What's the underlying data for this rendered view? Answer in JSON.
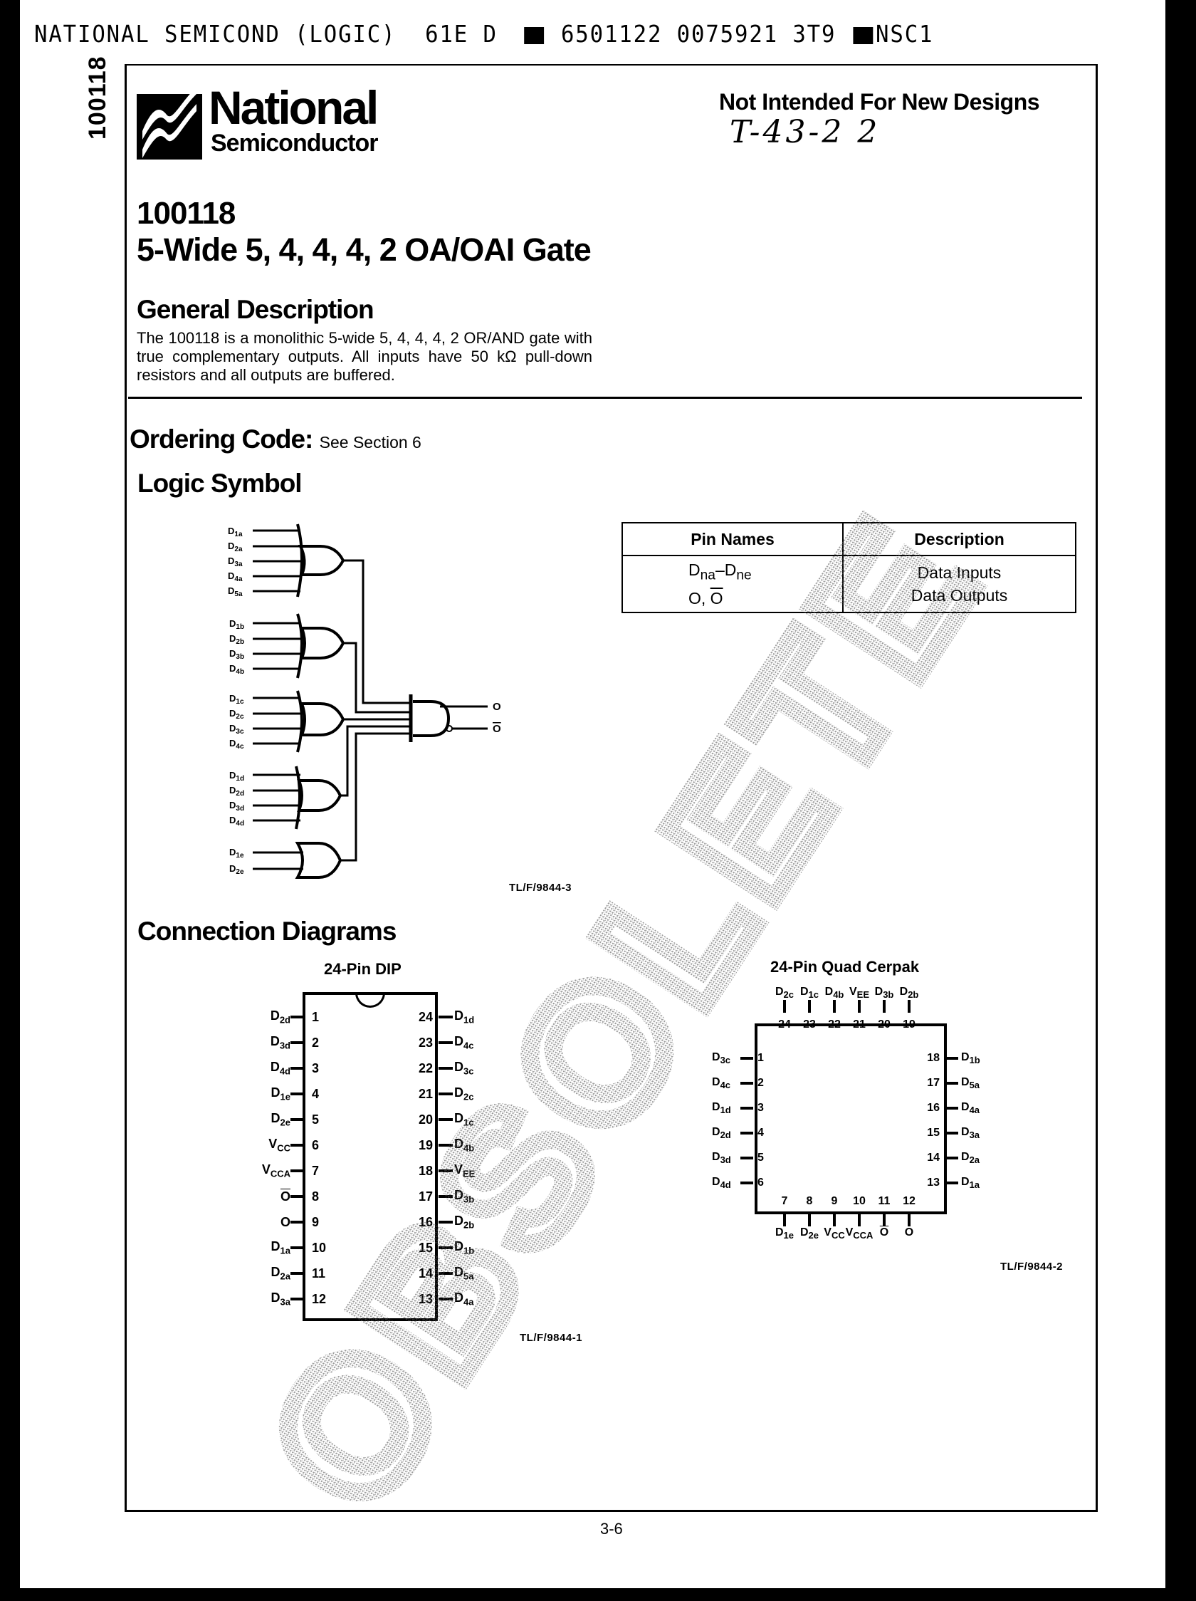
{
  "scan_header": {
    "text_left": "NATIONAL SEMICOND (LOGIC)  61E D",
    "text_mid": "6501122 0075921 3T9",
    "text_right": "NSC1"
  },
  "side_label": "100118",
  "logo": {
    "line1": "National",
    "line2": "Semiconductor"
  },
  "status_note": "Not Intended For New Designs",
  "handwritten_code": "T-43-2 2",
  "watermark": "OBSOLETE",
  "title": {
    "part_number": "100118",
    "description": "5-Wide 5, 4, 4, 4, 2 OA/OAI Gate"
  },
  "general_description": {
    "heading": "General Description",
    "body": "The 100118 is a monolithic 5-wide 5, 4, 4, 4, 2 OR/AND gate with true complementary outputs. All inputs have 50 kΩ pull-down resistors and all outputs are buffered."
  },
  "ordering_code": {
    "heading": "Ordering Code:",
    "note": "See Section 6"
  },
  "logic_symbol": {
    "heading": "Logic Symbol",
    "groups": [
      {
        "inputs": [
          "D1a",
          "D2a",
          "D3a",
          "D4a",
          "D5a"
        ]
      },
      {
        "inputs": [
          "D1b",
          "D2b",
          "D3b",
          "D4b"
        ]
      },
      {
        "inputs": [
          "D1c",
          "D2c",
          "D3c",
          "D4c"
        ]
      },
      {
        "inputs": [
          "D1d",
          "D2d",
          "D3d",
          "D4d"
        ]
      },
      {
        "inputs": [
          "D1e",
          "D2e"
        ]
      }
    ],
    "outputs": [
      "O",
      "Ō"
    ],
    "figure_ref": "TL/F/9844-3"
  },
  "pin_table": {
    "headers": [
      "Pin Names",
      "Description"
    ],
    "rows": [
      {
        "pin": "Dna–Dne",
        "pin_base": "D",
        "pin_sub1": "na",
        "pin_sub2": "ne",
        "description": "Data Inputs"
      },
      {
        "pin": "O, Ō",
        "pin_a": "O",
        "pin_b": "O",
        "description": "Data Outputs"
      }
    ]
  },
  "connection_diagrams": {
    "heading": "Connection Diagrams",
    "dip": {
      "title": "24-Pin DIP",
      "left_pins": [
        {
          "num": "1",
          "name": "D",
          "sub": "2d"
        },
        {
          "num": "2",
          "name": "D",
          "sub": "3d"
        },
        {
          "num": "3",
          "name": "D",
          "sub": "4d"
        },
        {
          "num": "4",
          "name": "D",
          "sub": "1e"
        },
        {
          "num": "5",
          "name": "D",
          "sub": "2e"
        },
        {
          "num": "6",
          "name": "V",
          "sub": "CC"
        },
        {
          "num": "7",
          "name": "V",
          "sub": "CCA"
        },
        {
          "num": "8",
          "name": "Ō",
          "sub": ""
        },
        {
          "num": "9",
          "name": "O",
          "sub": ""
        },
        {
          "num": "10",
          "name": "D",
          "sub": "1a"
        },
        {
          "num": "11",
          "name": "D",
          "sub": "2a"
        },
        {
          "num": "12",
          "name": "D",
          "sub": "3a"
        }
      ],
      "right_pins": [
        {
          "num": "24",
          "name": "D",
          "sub": "1d"
        },
        {
          "num": "23",
          "name": "D",
          "sub": "4c"
        },
        {
          "num": "22",
          "name": "D",
          "sub": "3c"
        },
        {
          "num": "21",
          "name": "D",
          "sub": "2c"
        },
        {
          "num": "20",
          "name": "D",
          "sub": "1c"
        },
        {
          "num": "19",
          "name": "D",
          "sub": "4b"
        },
        {
          "num": "18",
          "name": "V",
          "sub": "EE"
        },
        {
          "num": "17",
          "name": "D",
          "sub": "3b"
        },
        {
          "num": "16",
          "name": "D",
          "sub": "2b"
        },
        {
          "num": "15",
          "name": "D",
          "sub": "1b"
        },
        {
          "num": "14",
          "name": "D",
          "sub": "5a"
        },
        {
          "num": "13",
          "name": "D",
          "sub": "4a"
        }
      ],
      "figure_ref": "TL/F/9844-1"
    },
    "cerpak": {
      "title": "24-Pin Quad Cerpak",
      "top_pins": [
        {
          "num": "24",
          "name": "D",
          "sub": "2c"
        },
        {
          "num": "23",
          "name": "D",
          "sub": "1c"
        },
        {
          "num": "22",
          "name": "D",
          "sub": "4b"
        },
        {
          "num": "21",
          "name": "V",
          "sub": "EE"
        },
        {
          "num": "20",
          "name": "D",
          "sub": "3b"
        },
        {
          "num": "19",
          "name": "D",
          "sub": "2b"
        }
      ],
      "left_pins": [
        {
          "num": "1",
          "name": "D",
          "sub": "3c"
        },
        {
          "num": "2",
          "name": "D",
          "sub": "4c"
        },
        {
          "num": "3",
          "name": "D",
          "sub": "1d"
        },
        {
          "num": "4",
          "name": "D",
          "sub": "2d"
        },
        {
          "num": "5",
          "name": "D",
          "sub": "3d"
        },
        {
          "num": "6",
          "name": "D",
          "sub": "4d"
        }
      ],
      "right_pins": [
        {
          "num": "18",
          "name": "D",
          "sub": "1b"
        },
        {
          "num": "17",
          "name": "D",
          "sub": "5a"
        },
        {
          "num": "16",
          "name": "D",
          "sub": "4a"
        },
        {
          "num": "15",
          "name": "D",
          "sub": "3a"
        },
        {
          "num": "14",
          "name": "D",
          "sub": "2a"
        },
        {
          "num": "13",
          "name": "D",
          "sub": "1a"
        }
      ],
      "bottom_pins": [
        {
          "num": "7",
          "name": "D",
          "sub": "1e"
        },
        {
          "num": "8",
          "name": "D",
          "sub": "2e"
        },
        {
          "num": "9",
          "name": "V",
          "sub": "CC"
        },
        {
          "num": "10",
          "name": "V",
          "sub": "CCA"
        },
        {
          "num": "11",
          "name": "Ō",
          "sub": ""
        },
        {
          "num": "12",
          "name": "O",
          "sub": ""
        }
      ],
      "figure_ref": "TL/F/9844-2"
    }
  },
  "page_number": "3-6"
}
